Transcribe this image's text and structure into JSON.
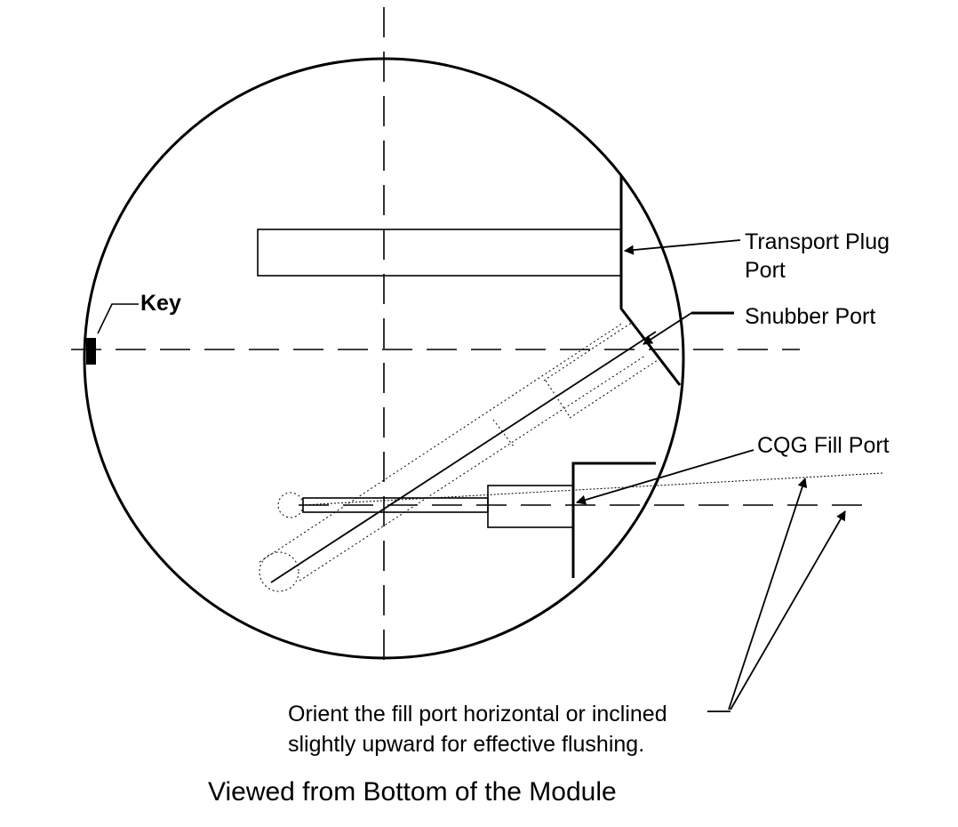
{
  "diagram": {
    "labels": {
      "key": "Key",
      "transport_plug_line1": "Transport Plug",
      "transport_plug_line2": "Port",
      "snubber_port": "Snubber Port",
      "cqg_fill_port": "CQG Fill Port",
      "note_line1": "Orient the fill port horizontal or inclined",
      "note_line2": "slightly upward for effective flushing."
    },
    "caption": "Viewed from Bottom of the Module",
    "colors": {
      "ink": "#000000",
      "background": "#ffffff"
    }
  }
}
